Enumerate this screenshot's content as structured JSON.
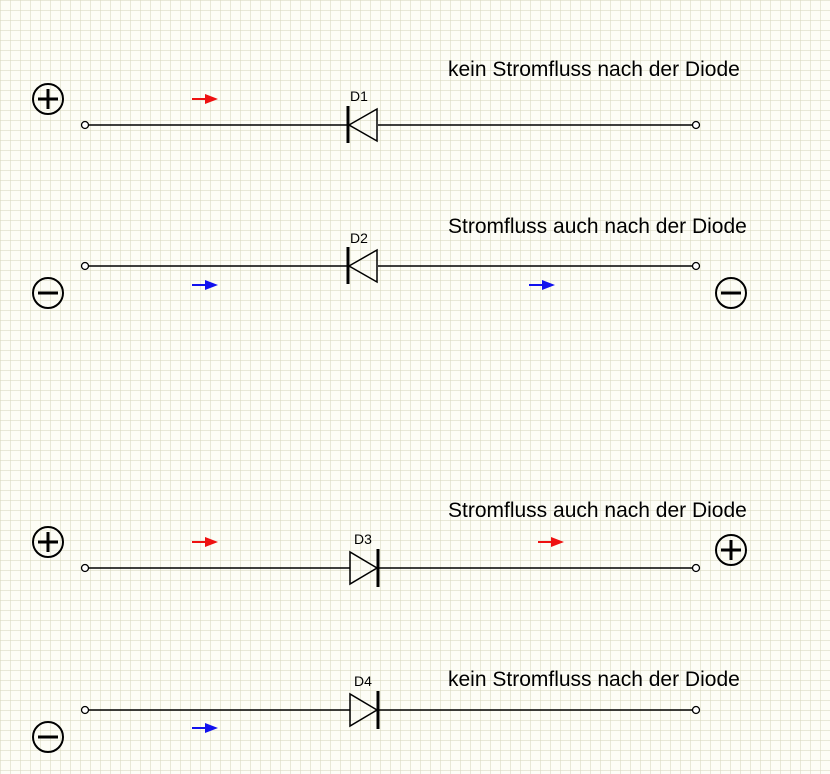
{
  "colors": {
    "hole_flow": "#ee1111",
    "electron_flow": "#1111ee",
    "wire": "#000000"
  },
  "circuits": [
    {
      "diode": "D1",
      "caption": "kein Stromfluss nach der Diode",
      "left_symbol": "+",
      "right_symbol": "",
      "orientation": "reverse",
      "arrow_color": "red",
      "arrows": 1
    },
    {
      "diode": "D2",
      "caption": "Stromfluss auch nach der Diode",
      "left_symbol": "−",
      "right_symbol": "−",
      "orientation": "reverse",
      "arrow_color": "blue",
      "arrows": 2
    },
    {
      "diode": "D3",
      "caption": "Stromfluss auch nach der Diode",
      "left_symbol": "+",
      "right_symbol": "+",
      "orientation": "forward",
      "arrow_color": "red",
      "arrows": 2
    },
    {
      "diode": "D4",
      "caption": "kein Stromfluss nach der Diode",
      "left_symbol": "−",
      "right_symbol": "",
      "orientation": "forward",
      "arrow_color": "blue",
      "arrows": 1
    }
  ]
}
